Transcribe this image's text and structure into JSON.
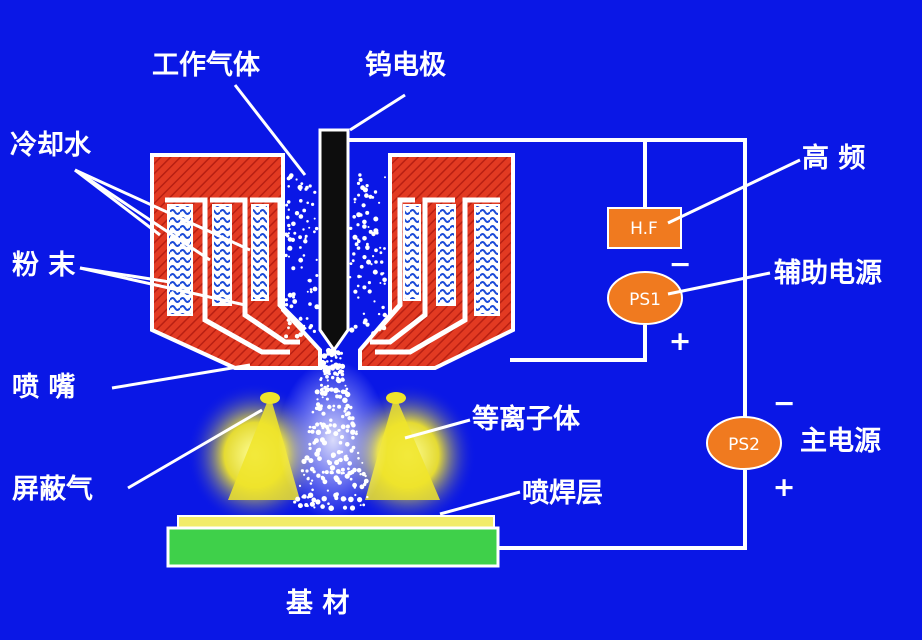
{
  "labels": {
    "working_gas": "工作气体",
    "tungsten_electrode": "钨电极",
    "cooling_water": "冷却水",
    "powder": "粉 末",
    "nozzle": "喷 嘴",
    "plasma": "等离子体",
    "shielding_gas": "屏蔽气",
    "spray_layer": "喷焊层",
    "substrate": "基 材",
    "high_frequency": "高 频",
    "aux_power": "辅助电源",
    "main_power": "主电源"
  },
  "components": {
    "hf": "H.F",
    "ps1": "PS1",
    "ps2": "PS2",
    "ps1_minus": "−",
    "ps1_plus": "+",
    "ps2_minus": "−",
    "ps2_plus": "+"
  },
  "colors": {
    "background": "#0a17e6",
    "torch_red": "#e23a22",
    "outline": "#ffffff",
    "tungsten": "#0d0d0d",
    "shield_gas": "#f0e52a",
    "substrate": "#3fd04a",
    "spray_layer": "#f2ec6a",
    "power_source": "#f07a1f"
  }
}
